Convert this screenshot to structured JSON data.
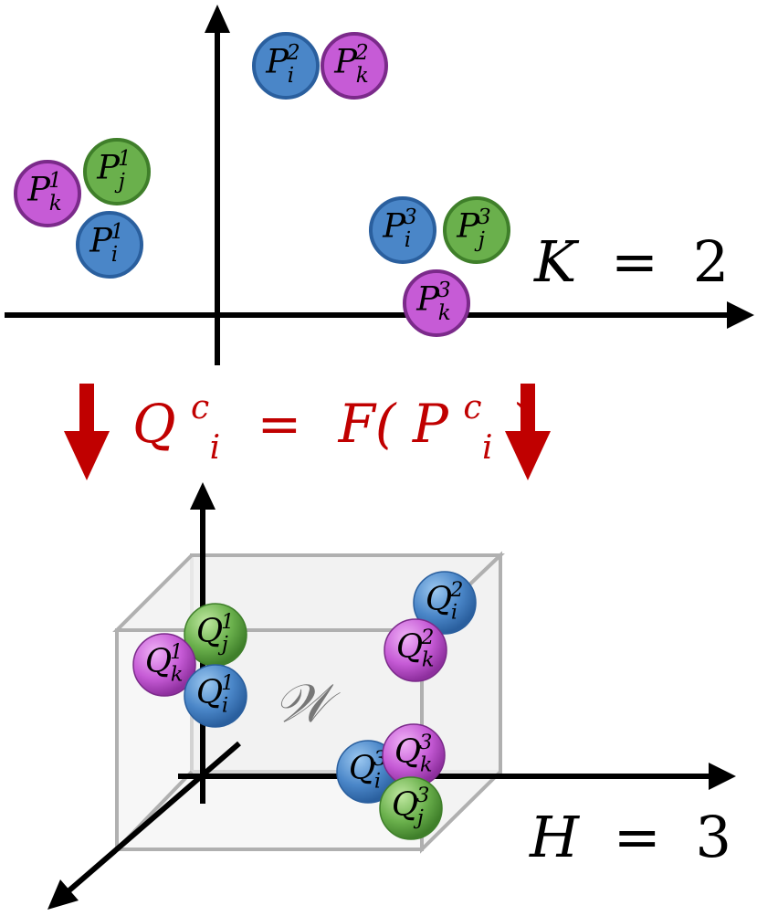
{
  "top_panel": {
    "label": {
      "var": "K",
      "eq": "=",
      "num": "2"
    },
    "points": [
      {
        "id": "Pi2",
        "base": "P",
        "sub": "i",
        "sup": "2",
        "color": "#4a86c8"
      },
      {
        "id": "Pk2",
        "base": "P",
        "sub": "k",
        "sup": "2",
        "color": "#c65bd6"
      },
      {
        "id": "Pj1",
        "base": "P",
        "sub": "j",
        "sup": "1",
        "color": "#6ab04c"
      },
      {
        "id": "Pk1",
        "base": "P",
        "sub": "k",
        "sup": "1",
        "color": "#c65bd6"
      },
      {
        "id": "Pi1",
        "base": "P",
        "sub": "i",
        "sup": "1",
        "color": "#4a86c8"
      },
      {
        "id": "Pi3",
        "base": "P",
        "sub": "i",
        "sup": "3",
        "color": "#4a86c8"
      },
      {
        "id": "Pj3",
        "base": "P",
        "sub": "j",
        "sup": "3",
        "color": "#6ab04c"
      },
      {
        "id": "Pk3",
        "base": "P",
        "sub": "k",
        "sup": "3",
        "color": "#c65bd6"
      }
    ]
  },
  "mapping": {
    "lhs_base": "Q",
    "lhs_sub": "i",
    "lhs_sup": "c",
    "eq": "=",
    "func": "F(",
    "arg_base": "P",
    "arg_sub": "i",
    "arg_sup": "c",
    "close": ")",
    "color": "#c00000"
  },
  "bottom_panel": {
    "space_label": "𝒲",
    "label": {
      "var": "H",
      "eq": "=",
      "num": "3"
    },
    "points": [
      {
        "id": "Qi2",
        "base": "Q",
        "sub": "i",
        "sup": "2",
        "color": "#4a86c8"
      },
      {
        "id": "Qk2",
        "base": "Q",
        "sub": "k",
        "sup": "2",
        "color": "#c65bd6"
      },
      {
        "id": "Qj1",
        "base": "Q",
        "sub": "j",
        "sup": "1",
        "color": "#6ab04c"
      },
      {
        "id": "Qk1",
        "base": "Q",
        "sub": "k",
        "sup": "1",
        "color": "#c65bd6"
      },
      {
        "id": "Qi1",
        "base": "Q",
        "sub": "i",
        "sup": "1",
        "color": "#4a86c8"
      },
      {
        "id": "Qi3",
        "base": "Q",
        "sub": "i",
        "sup": "3",
        "color": "#4a86c8"
      },
      {
        "id": "Qk3",
        "base": "Q",
        "sub": "k",
        "sup": "3",
        "color": "#c65bd6"
      },
      {
        "id": "Qj3",
        "base": "Q",
        "sub": "j",
        "sup": "3",
        "color": "#6ab04c"
      }
    ]
  },
  "colors": {
    "axis": "#000000",
    "arrow": "#c00000",
    "box": "#b0b0b0",
    "box_fill": "#f1f1f1"
  }
}
